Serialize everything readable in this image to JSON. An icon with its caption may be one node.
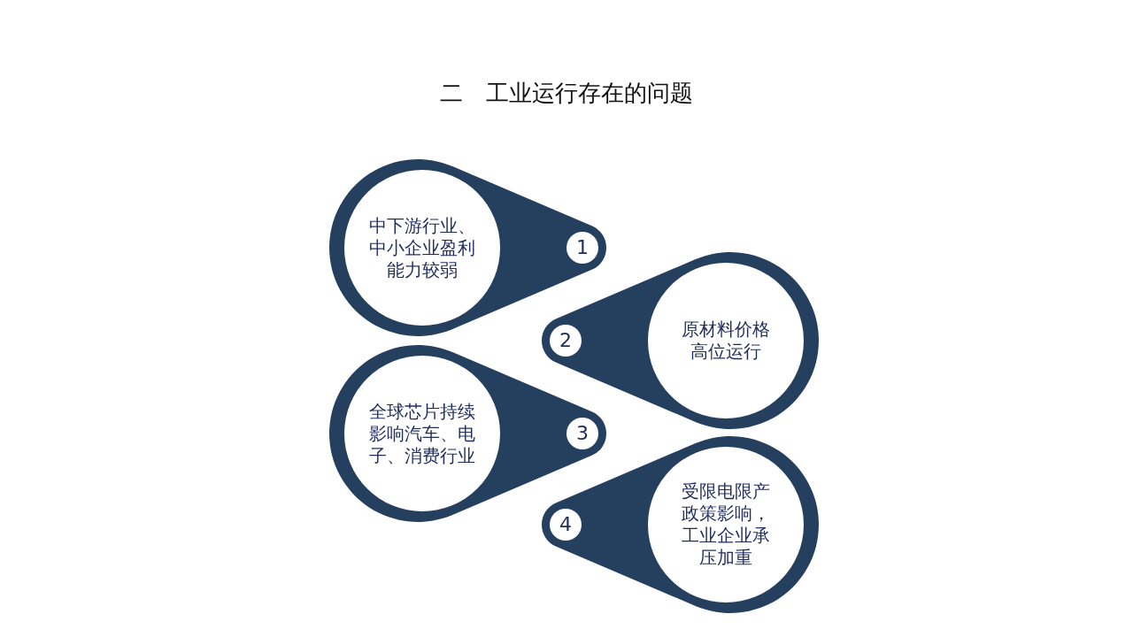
{
  "diagram": {
    "title": "二　工业运行存在的问题",
    "nodes": [
      {
        "text": [
          "中下游行业、中小企业盈利能力较弱"
        ]
      },
      {
        "text": [
          "1"
        ],
        "in": 0
      },
      {
        "text": [
          "原材料价格高位运行"
        ]
      },
      {
        "text": [
          "2"
        ],
        "in": 2
      },
      {
        "text": [
          "全球芯片持续影响汽车、电子、消费行业"
        ]
      },
      {
        "text": [
          "3"
        ],
        "in": 4
      },
      {
        "text": [
          "受限电限产政策影响，工业企业承压加重"
        ]
      },
      {
        "text": [
          "4"
        ],
        "in": 6
      }
    ],
    "edges": []
  }
}
